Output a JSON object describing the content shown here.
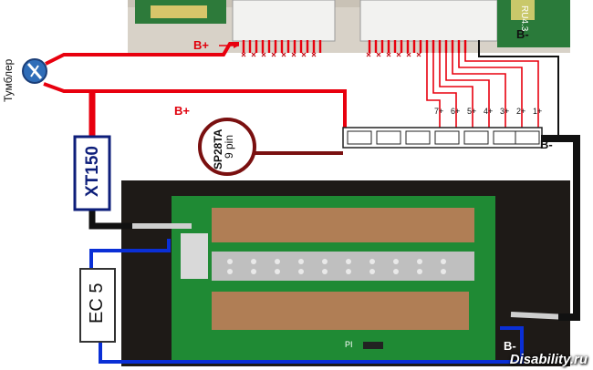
{
  "labels": {
    "b_plus_top": "B+",
    "b_minus_top": "B-",
    "b_plus_mid": "B+",
    "b_minus_mid": "B-",
    "b_minus_bottom": "B-",
    "switch": "Тумблер",
    "connector_xt": "XT150",
    "connector_ec": "EC 5",
    "sp_connector_line1": "SP28TA",
    "sp_connector_line2": "9 pin",
    "pcb_marking": "RU4.3",
    "pcb_pi": "PI",
    "watermark": "Disability.ru"
  },
  "balance_pins": [
    "7+",
    "6+",
    "5+",
    "4+",
    "3+",
    "2+",
    "1+"
  ],
  "colors": {
    "positive_wire": "#e8000e",
    "negative_wire": "#111111",
    "blue_wire": "#0a2fd6",
    "pcb_green": "#1f8a34"
  }
}
